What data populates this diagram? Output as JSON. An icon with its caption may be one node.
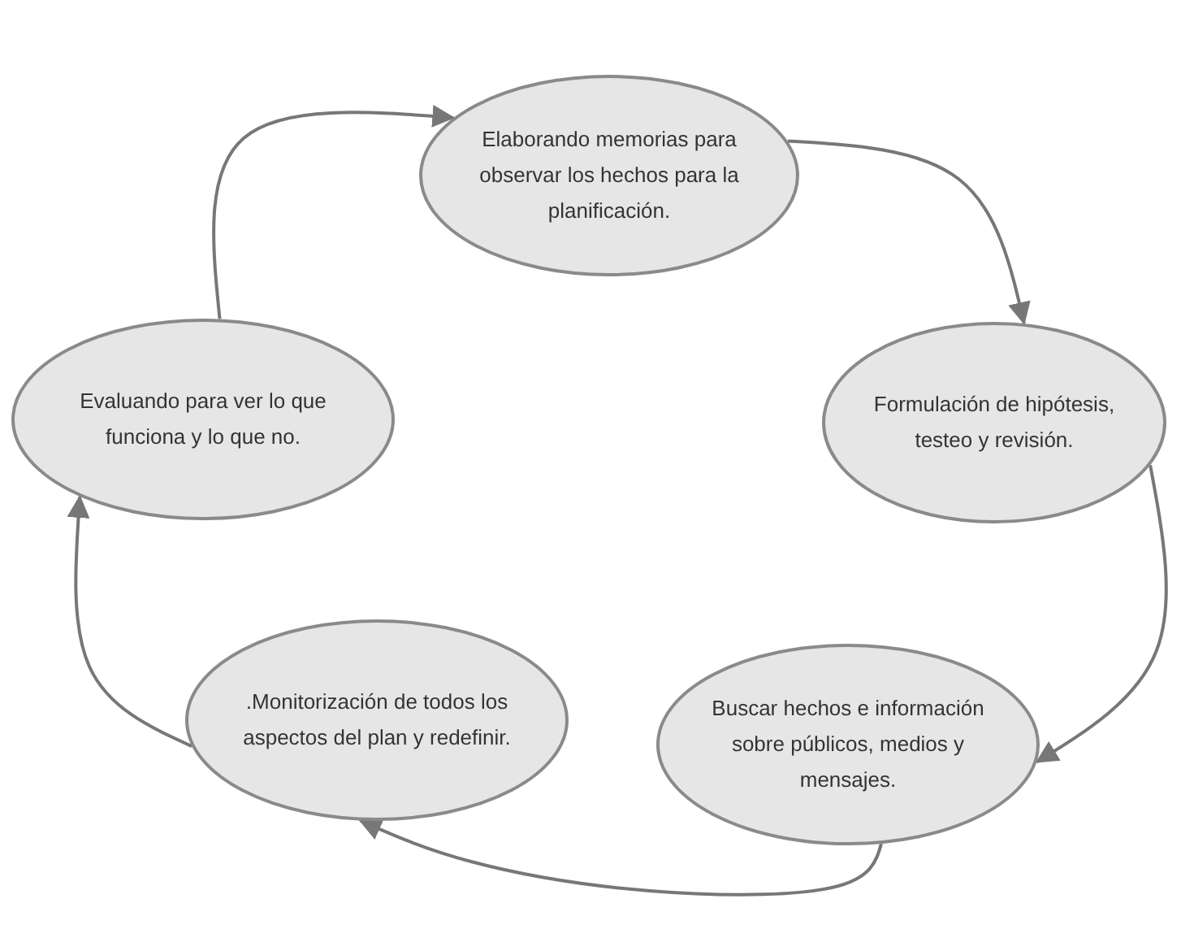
{
  "diagram": {
    "nodes": [
      {
        "text": [
          "Elaborando memorias para observar los hechos para la planificación."
        ]
      },
      {
        "text": [
          "Formulación de hipótesis, testeo y revisión."
        ]
      },
      {
        "text": [
          "Buscar hechos e información sobre públicos, medios y mensajes."
        ]
      },
      {
        "text": [
          ".Monitorización de todos los aspectos del plan y redefinir."
        ]
      },
      {
        "text": [
          "Evaluando para ver lo que funciona y lo que no."
        ]
      }
    ],
    "edges": [
      {
        "from": 0,
        "to": 1,
        "arrow": "to"
      },
      {
        "from": 1,
        "to": 2,
        "arrow": "to"
      },
      {
        "from": 2,
        "to": 3,
        "arrow": "to"
      },
      {
        "from": 3,
        "to": 4,
        "arrow": "to"
      },
      {
        "from": 4,
        "to": 0,
        "arrow": "to"
      }
    ]
  }
}
